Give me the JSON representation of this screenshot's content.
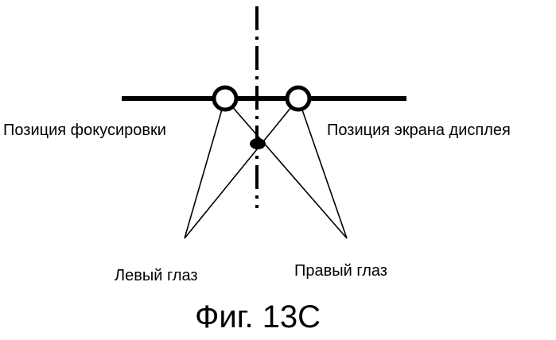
{
  "labels": {
    "focusing_position": "Позиция фокусировки",
    "display_screen_position": "Позиция экрана дисплея",
    "left_eye": "Левый глаз",
    "right_eye": "Правый глаз"
  },
  "caption": "Фиг. 13С",
  "colors": {
    "ink": "#000000",
    "background": "#ffffff"
  }
}
